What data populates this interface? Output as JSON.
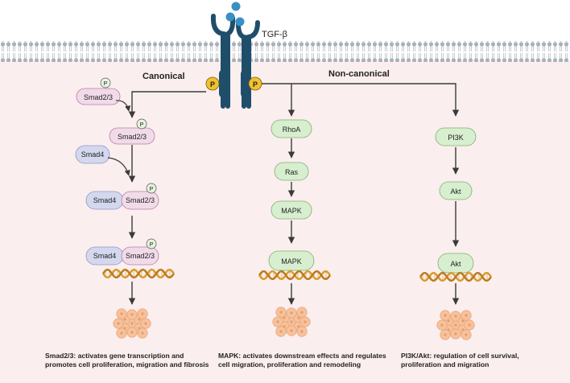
{
  "ligand": {
    "label": "TGF-β"
  },
  "receptor": {
    "phospho_label": "P"
  },
  "canonical": {
    "heading": "Canonical",
    "smad23": "Smad2/3",
    "smad4": "Smad4",
    "phospho": "P",
    "caption_line1": "Smad2/3: activates gene transcription and",
    "caption_line2": "promotes cell proliferation, migration and fibrosis"
  },
  "noncanonical": {
    "heading": "Non-canonical",
    "mapk_path": {
      "nodes": [
        "RhoA",
        "Ras",
        "MAPK",
        "MAPK"
      ],
      "caption_line1": "MAPK: activates downstream effects and regulates",
      "caption_line2": "cell migration, proliferation and remodeling"
    },
    "pi3k_path": {
      "nodes": [
        "PI3K",
        "Akt",
        "Akt"
      ],
      "caption_line1": "PI3K/Akt: regulation of cell survival,",
      "caption_line2": "proliferation and migration"
    }
  },
  "colors": {
    "membrane": "#a9b0b8",
    "cytoplasm": "#fbeeee",
    "receptor": "#1f4e6b",
    "ligand": "#3a8fc4",
    "phospho": "#f2c12e",
    "smad23_fill": "#f1dbe9",
    "smad4_fill": "#d4d8ee",
    "node_fill": "#d7efcf",
    "dna": "#d99a2b",
    "cell": "#f6c29c",
    "arrow": "#3a3a3a"
  }
}
